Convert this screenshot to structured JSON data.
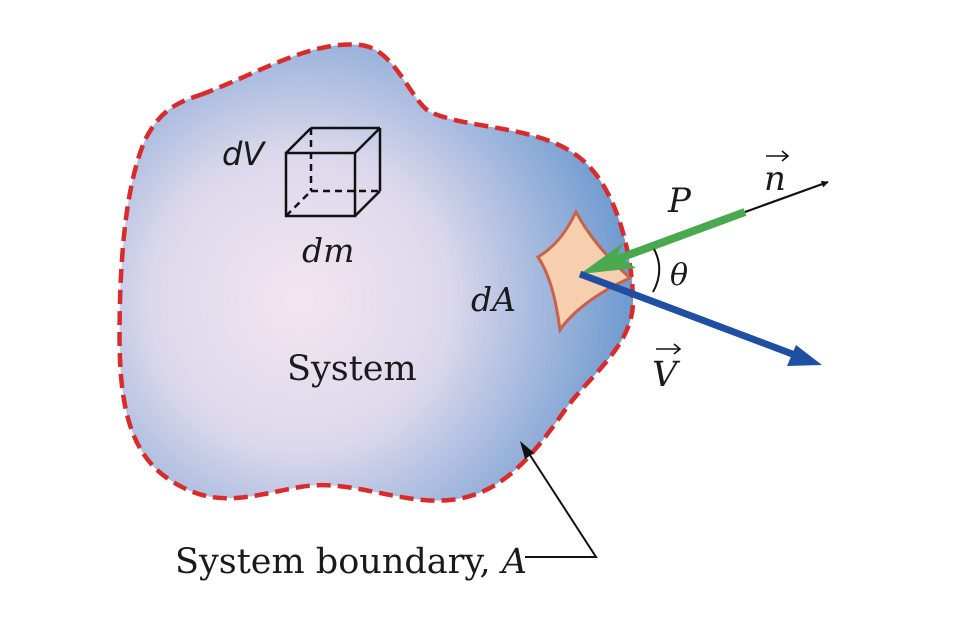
{
  "labels": {
    "volume_element": "dV",
    "mass_element": "dm",
    "system": "System",
    "area_element": "dA",
    "pressure": "P",
    "normal_vector": "n",
    "angle": "θ",
    "velocity_vector": "V",
    "boundary_prefix": "System boundary, ",
    "boundary_symbol": "A"
  },
  "colors": {
    "system_fill_center": "#f3e6ef",
    "system_fill_edge": "#6f9bd0",
    "boundary_dash": "#d92b2b",
    "area_patch_fill": "#f6cfae",
    "area_patch_stroke": "#c8624a",
    "pressure_arrow": "#4aa84f",
    "velocity_arrow": "#1f4fa3",
    "normal_arrow": "#111111"
  }
}
